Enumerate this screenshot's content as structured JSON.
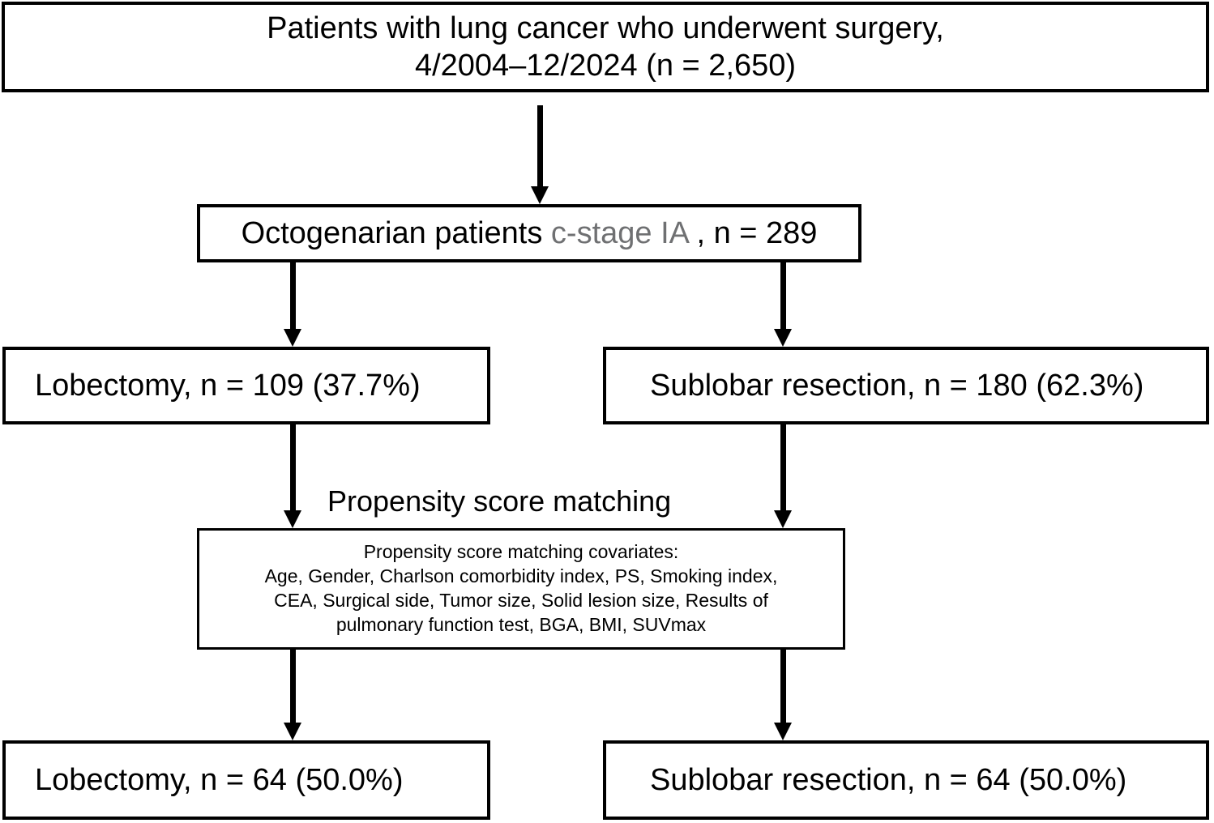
{
  "diagram": {
    "type": "study-flow-diagram",
    "title": "Patient selection and propensity score matching flow"
  },
  "boxes": {
    "cohort": {
      "line1": "Patients with lung cancer who underwent surgery,",
      "line2": "4/2004–12/2024 (n = 2,650)"
    },
    "octogenarian": {
      "prefix": "Octogenarian patients ",
      "stage": "c-stage IA",
      "suffix": " , n = 289"
    },
    "lobectomy_pre": "Lobectomy, n = 109 (37.7%)",
    "sublobar_pre": "Sublobar resection, n = 180 (62.3%)",
    "covariates": {
      "heading": "Propensity score matching covariates:",
      "line1": "Age, Gender, Charlson comorbidity index, PS, Smoking index,",
      "line2": "CEA, Surgical side, Tumor size, Solid lesion size, Results of",
      "line3": "pulmonary function test, BGA, BMI, SUVmax"
    },
    "lobectomy_post": "Lobectomy, n = 64 (50.0%)",
    "sublobar_post": "Sublobar resection, n = 64 (50.0%)"
  },
  "labels": {
    "propensity_score_matching": "Propensity score matching"
  },
  "flow_values": {
    "total_patients": 2650,
    "date_range": "4/2004–12/2024",
    "octogenarian_stage_IA": 289,
    "lobectomy_pre_n": 109,
    "lobectomy_pre_pct": "37.7%",
    "sublobar_pre_n": 180,
    "sublobar_pre_pct": "62.3%",
    "lobectomy_post_n": 64,
    "lobectomy_post_pct": "50.0%",
    "sublobar_post_n": 64,
    "sublobar_post_pct": "50.0%",
    "covariate_list": [
      "Age",
      "Gender",
      "Charlson comorbidity index",
      "PS",
      "Smoking index",
      "CEA",
      "Surgical side",
      "Tumor size",
      "Solid lesion size",
      "Results of pulmonary function test",
      "BGA",
      "BMI",
      "SUVmax"
    ]
  },
  "colors": {
    "stroke": "#000000",
    "background": "#ffffff",
    "dim_text": "#6f7072"
  }
}
